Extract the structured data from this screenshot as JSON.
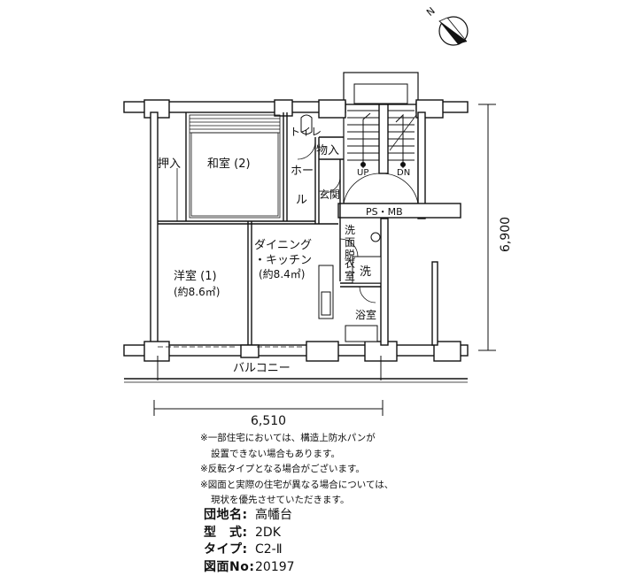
{
  "compass": {
    "label": "N"
  },
  "rooms": {
    "oshiire": "押入",
    "washitsu": "和室 (2)",
    "toilet": "トイレ",
    "monoire": "物入",
    "hall_1": "ホー",
    "hall_2": "ル",
    "genkan": "玄関",
    "stairs_up": "UP",
    "stairs_dn": "DN",
    "psmb": "PS・MB",
    "senmen_1": "洗",
    "senmen_2": "面",
    "senmen_3": "脱",
    "senmen_4": "衣",
    "senmen_5": "室",
    "sen_mark": "洗",
    "yokushitsu": "浴室",
    "dining_1": "ダイニング",
    "dining_2": "・キッチン",
    "dining_3": "(約8.4㎡)",
    "yoshitsu_1": "洋室 (1)",
    "yoshitsu_2": "(約8.6㎡)",
    "balcony": "バルコニー"
  },
  "dimensions": {
    "width": "6,510",
    "depth": "6,900"
  },
  "notes": [
    "※一部住宅においては、構造上防水パンが",
    "設置できない場合もあります。",
    "※反転タイプとなる場合がございます。",
    "※図面と実際の住宅が異なる場合については、",
    "現状を優先させていただきます。"
  ],
  "info": [
    {
      "key": "団地名:",
      "value": "高幡台"
    },
    {
      "key": "型　式:",
      "value": "2DK"
    },
    {
      "key": "タイプ:",
      "value": "C2-Ⅱ"
    },
    {
      "key": "図面No:",
      "value": "20197"
    }
  ]
}
